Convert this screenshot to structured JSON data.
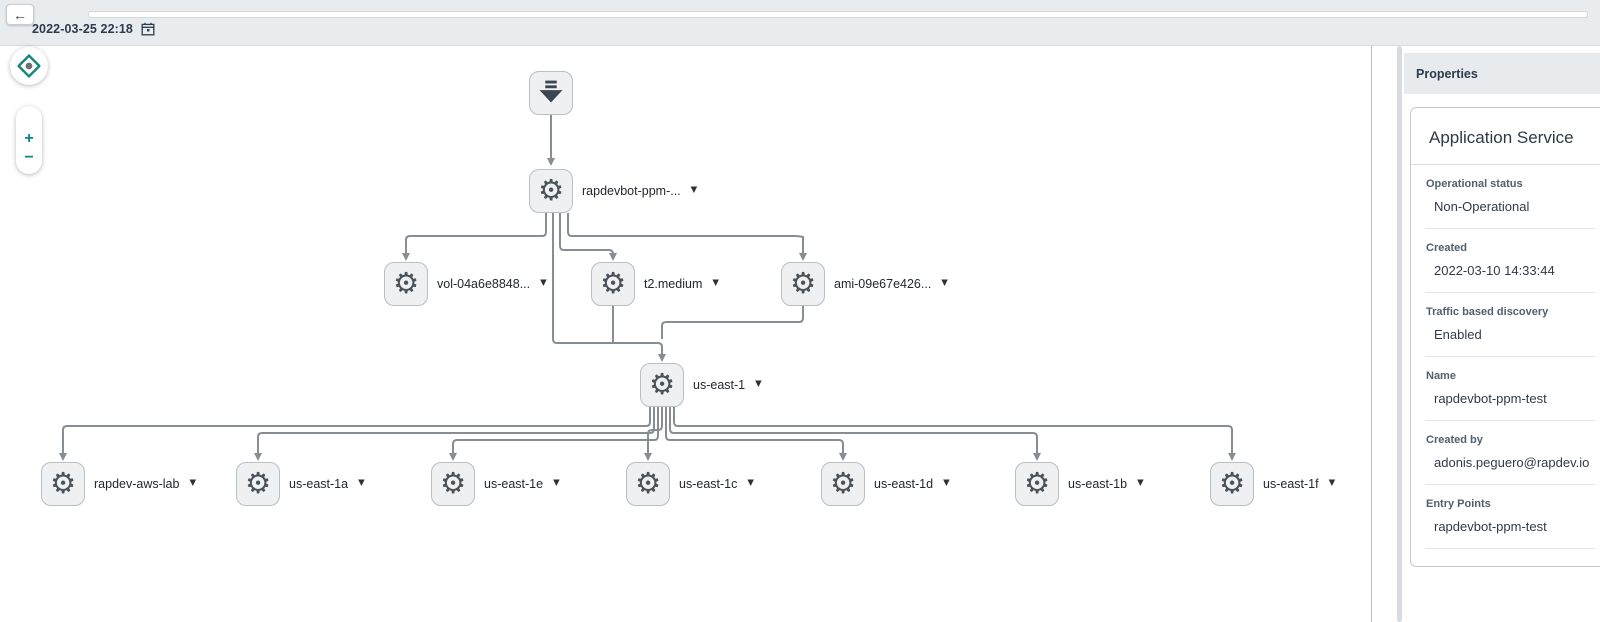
{
  "topbar": {
    "timestamp": "2022-03-25 22:18"
  },
  "map": {
    "nodes": [
      {
        "id": "rapdevbot",
        "label": "rapdevbot-ppm-..."
      },
      {
        "id": "vol",
        "label": "vol-04a6e8848..."
      },
      {
        "id": "t2",
        "label": "t2.medium"
      },
      {
        "id": "ami",
        "label": "ami-09e67e426..."
      },
      {
        "id": "us-east-1",
        "label": "us-east-1"
      },
      {
        "id": "rapdev-aws-lab",
        "label": "rapdev-aws-lab"
      },
      {
        "id": "us-east-1a",
        "label": "us-east-1a"
      },
      {
        "id": "us-east-1e",
        "label": "us-east-1e"
      },
      {
        "id": "us-east-1c",
        "label": "us-east-1c"
      },
      {
        "id": "us-east-1d",
        "label": "us-east-1d"
      },
      {
        "id": "us-east-1b",
        "label": "us-east-1b"
      },
      {
        "id": "us-east-1f",
        "label": "us-east-1f"
      }
    ],
    "icons": [
      "download-icon",
      "gear-icon",
      "chevron-down-icon",
      "pan-icon",
      "zoom-in-icon",
      "zoom-out-icon"
    ]
  },
  "controls": {
    "zoom_in": "+",
    "zoom_out": "−",
    "back": "←"
  },
  "properties": {
    "panel_title": "Properties",
    "card_title": "Application Service",
    "fields": [
      {
        "label": "Operational status",
        "value": "Non-Operational"
      },
      {
        "label": "Created",
        "value": "2022-03-10 14:33:44"
      },
      {
        "label": "Traffic based discovery",
        "value": "Enabled"
      },
      {
        "label": "Name",
        "value": "rapdevbot-ppm-test"
      },
      {
        "label": "Created by",
        "value": "adonis.peguero@rapdev.io"
      },
      {
        "label": "Entry Points",
        "value": "rapdevbot-ppm-test"
      }
    ]
  },
  "colors": {
    "accent_teal": "#0f857a",
    "connector_grey": "#868d94",
    "node_fill": "#eef0f2",
    "node_border": "#b8bfc6",
    "panel_text": "#2e3a4d",
    "topbar_bg": "#e9ecef"
  }
}
